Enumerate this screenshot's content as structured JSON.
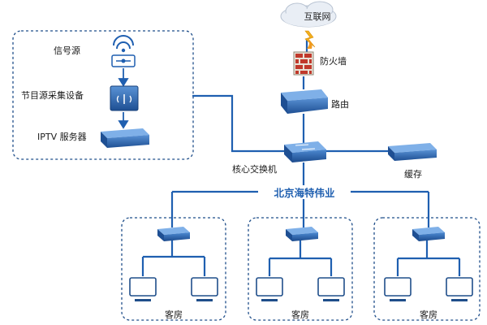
{
  "diagram": {
    "nodes": {
      "internet": "互联网",
      "firewall": "防火墙",
      "router": "路由",
      "core_switch": "核心交换机",
      "cache": "缓存",
      "signal_source": "信号源",
      "program_capture": "节目源采集设备",
      "iptv_server": "IPTV 服务器"
    },
    "banner": "北京海特伟业",
    "rooms": [
      {
        "label": "客房"
      },
      {
        "label": "客房"
      },
      {
        "label": "客房"
      }
    ]
  },
  "colors": {
    "line": "#1f5fb0",
    "dashed": "#1f4e8a",
    "device": "#2d6bb8",
    "firewall": "#c0392b"
  }
}
